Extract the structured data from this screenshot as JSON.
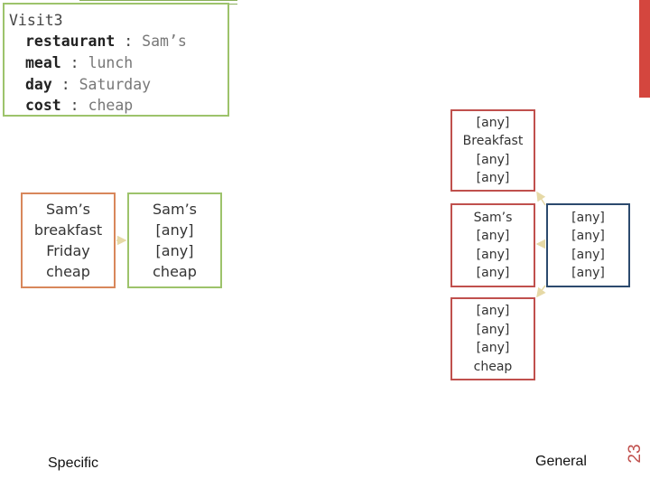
{
  "visit_card": {
    "title": "Visit3",
    "rows": [
      {
        "key": "restaurant",
        "sep": " : ",
        "value": "Sam’s"
      },
      {
        "key": "meal",
        "sep": " : ",
        "value": "lunch"
      },
      {
        "key": "day",
        "sep": " : ",
        "value": "Saturday"
      },
      {
        "key": "cost",
        "sep": " : ",
        "value": "cheap"
      }
    ]
  },
  "left_diagram": {
    "orange_box": [
      "Sam’s",
      "breakfast",
      "Friday",
      "cheap"
    ],
    "green_box": [
      "Sam’s",
      "[any]",
      "[any]",
      "cheap"
    ]
  },
  "right_diagram": {
    "top_red_box": [
      "[any]",
      "Breakfast",
      "[any]",
      "[any]"
    ],
    "middle_red_box": [
      "Sam’s",
      "[any]",
      "[any]",
      "[any]"
    ],
    "bottom_red_box": [
      "[any]",
      "[any]",
      "[any]",
      "cheap"
    ],
    "blue_box": [
      "[any]",
      "[any]",
      "[any]",
      "[any]"
    ]
  },
  "footer": {
    "left_label": "Specific",
    "right_label": "General",
    "page_number": "23"
  },
  "colors": {
    "accent_red": "#c0504d",
    "green": "#9dc36b",
    "orange": "#d8875b",
    "blue": "#2c4a6e"
  }
}
